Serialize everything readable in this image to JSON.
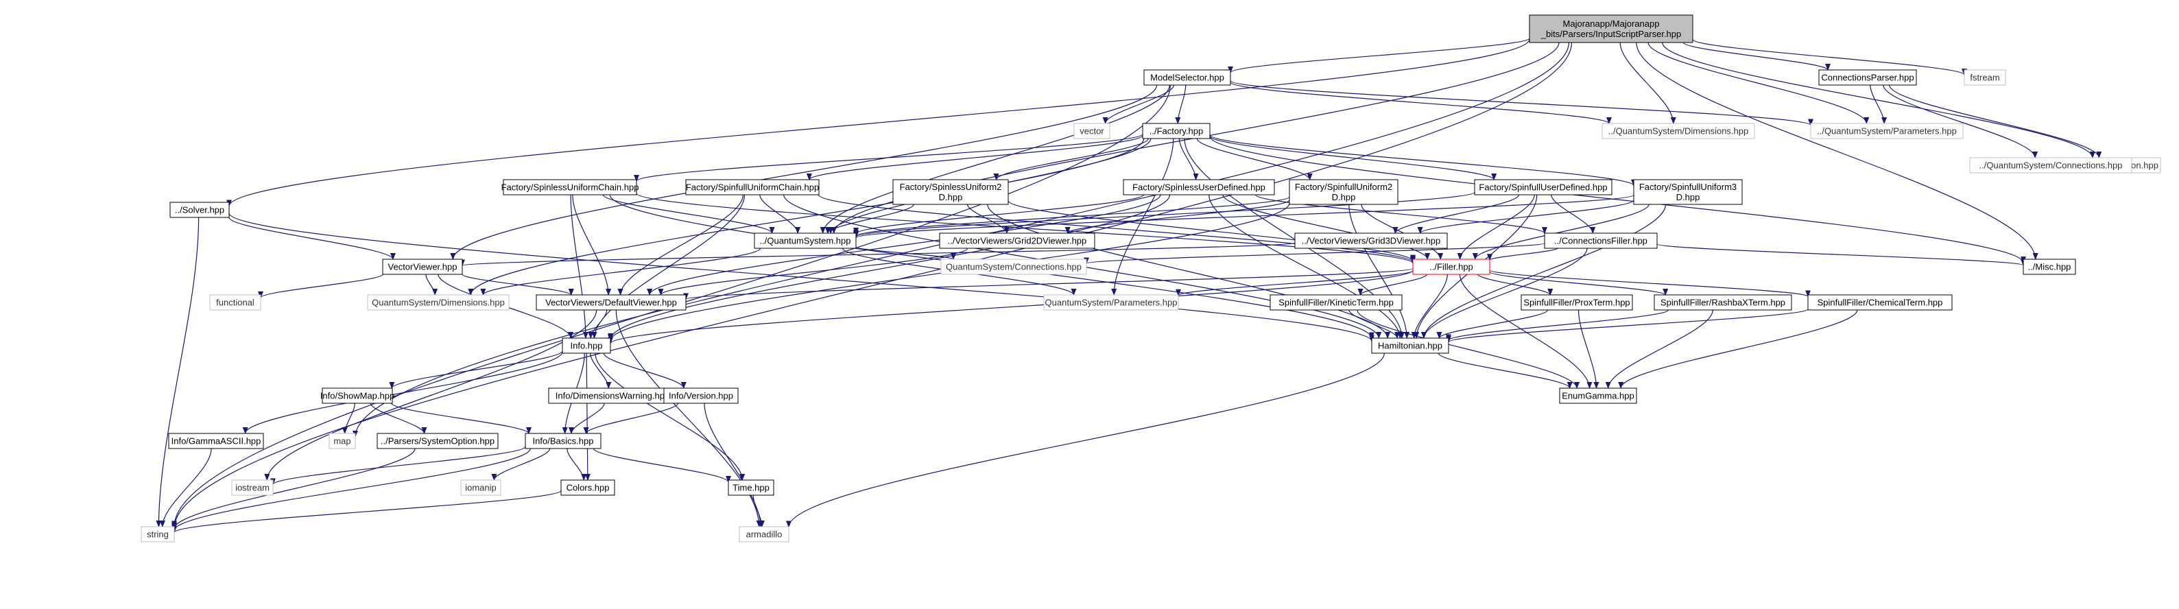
{
  "graph": {
    "colors": {
      "edge": "#191970",
      "node_border": "#000000",
      "system_border": "#bfbfbf",
      "root_fill": "#bfbfbf",
      "highlight_border": "#ff0000"
    },
    "nodes": {
      "root": {
        "lines": [
          "Majoranapp/Majoranapp",
          "_bits/Parsers/InputScriptParser.hpp"
        ],
        "kind": "root"
      },
      "modelselector": {
        "lines": [
          "ModelSelector.hpp"
        ]
      },
      "connparser": {
        "lines": [
          "ConnectionsParser.hpp"
        ]
      },
      "fstream": {
        "lines": [
          "fstream"
        ],
        "kind": "system"
      },
      "nlohmann": {
        "lines": [
          "nlohmann/json.hpp"
        ],
        "kind": "system"
      },
      "vector": {
        "lines": [
          "vector"
        ],
        "kind": "system"
      },
      "factory": {
        "lines": [
          "../Factory.hpp"
        ]
      },
      "qs_dimensions_top": {
        "lines": [
          "../QuantumSystem/Dimensions.hpp"
        ],
        "kind": "system"
      },
      "qs_parameters_top": {
        "lines": [
          "../QuantumSystem/Parameters.hpp"
        ],
        "kind": "system"
      },
      "qs_connections_top": {
        "lines": [
          "../QuantumSystem/Connections.hpp"
        ],
        "kind": "system"
      },
      "spinless_uniform_chain": {
        "lines": [
          "Factory/SpinlessUniformChain.hpp"
        ]
      },
      "spinfull_uniform_chain": {
        "lines": [
          "Factory/SpinfullUniformChain.hpp"
        ]
      },
      "spinless_uniform2d": {
        "lines": [
          "Factory/SpinlessUniform2",
          "D.hpp"
        ]
      },
      "spinless_userdefined": {
        "lines": [
          "Factory/SpinlessUserDefined.hpp"
        ]
      },
      "spinfull_uniform2d": {
        "lines": [
          "Factory/SpinfullUniform2",
          "D.hpp"
        ]
      },
      "spinfull_userdefined": {
        "lines": [
          "Factory/SpinfullUserDefined.hpp"
        ]
      },
      "spinfull_uniform3d": {
        "lines": [
          "Factory/SpinfullUniform3",
          "D.hpp"
        ]
      },
      "solver": {
        "lines": [
          "../Solver.hpp"
        ]
      },
      "quantumsystem": {
        "lines": [
          "../QuantumSystem.hpp"
        ]
      },
      "grid2d": {
        "lines": [
          "../VectorViewers/Grid2DViewer.hpp"
        ]
      },
      "grid3d": {
        "lines": [
          "../VectorViewers/Grid3DViewer.hpp"
        ]
      },
      "connfiller": {
        "lines": [
          "../ConnectionsFiller.hpp"
        ]
      },
      "misc": {
        "lines": [
          "../Misc.hpp"
        ]
      },
      "vectorviewer": {
        "lines": [
          "VectorViewer.hpp"
        ]
      },
      "qs_connections": {
        "lines": [
          "QuantumSystem/Connections.hpp"
        ],
        "kind": "system"
      },
      "filler": {
        "lines": [
          "../Filler.hpp"
        ],
        "kind": "highlight"
      },
      "functional": {
        "lines": [
          "functional"
        ],
        "kind": "system"
      },
      "qs_dimensions": {
        "lines": [
          "QuantumSystem/Dimensions.hpp"
        ],
        "kind": "system"
      },
      "defaultviewer": {
        "lines": [
          "VectorViewers/DefaultViewer.hpp"
        ]
      },
      "qs_parameters": {
        "lines": [
          "QuantumSystem/Parameters.hpp"
        ],
        "kind": "system"
      },
      "kineticterm": {
        "lines": [
          "SpinfullFiller/KineticTerm.hpp"
        ]
      },
      "proxterm": {
        "lines": [
          "SpinfullFiller/ProxTerm.hpp"
        ]
      },
      "rashbaxterm": {
        "lines": [
          "SpinfullFiller/RashbaXTerm.hpp"
        ]
      },
      "chemicalterm": {
        "lines": [
          "SpinfullFiller/ChemicalTerm.hpp"
        ]
      },
      "info": {
        "lines": [
          "Info.hpp"
        ]
      },
      "hamiltonian": {
        "lines": [
          "Hamiltonian.hpp"
        ]
      },
      "showmap": {
        "lines": [
          "Info/ShowMap.hpp"
        ]
      },
      "dimwarning": {
        "lines": [
          "Info/DimensionsWarning.hpp"
        ]
      },
      "version": {
        "lines": [
          "Info/Version.hpp"
        ]
      },
      "enumgamma": {
        "lines": [
          "EnumGamma.hpp"
        ]
      },
      "gammaascii": {
        "lines": [
          "Info/GammaASCII.hpp"
        ]
      },
      "map": {
        "lines": [
          "map"
        ],
        "kind": "system"
      },
      "systemoption": {
        "lines": [
          "../Parsers/SystemOption.hpp"
        ]
      },
      "basics": {
        "lines": [
          "Info/Basics.hpp"
        ]
      },
      "iostream": {
        "lines": [
          "iostream"
        ],
        "kind": "system"
      },
      "iomanip": {
        "lines": [
          "iomanip"
        ],
        "kind": "system"
      },
      "colors": {
        "lines": [
          "Colors.hpp"
        ]
      },
      "time": {
        "lines": [
          "Time.hpp"
        ]
      },
      "string": {
        "lines": [
          "string"
        ],
        "kind": "system"
      },
      "armadillo": {
        "lines": [
          "armadillo"
        ],
        "kind": "system"
      }
    },
    "edges": [
      [
        "root",
        "modelselector"
      ],
      [
        "root",
        "connparser"
      ],
      [
        "root",
        "fstream"
      ],
      [
        "root",
        "nlohmann"
      ],
      [
        "root",
        "qs_dimensions_top"
      ],
      [
        "root",
        "qs_parameters_top"
      ],
      [
        "root",
        "quantumsystem"
      ],
      [
        "root",
        "solver"
      ],
      [
        "root",
        "string"
      ],
      [
        "root",
        "map"
      ],
      [
        "root",
        "misc"
      ],
      [
        "modelselector",
        "vector"
      ],
      [
        "modelselector",
        "factory"
      ],
      [
        "modelselector",
        "qs_dimensions_top"
      ],
      [
        "modelselector",
        "qs_parameters_top"
      ],
      [
        "modelselector",
        "quantumsystem"
      ],
      [
        "modelselector",
        "vectorviewer"
      ],
      [
        "modelselector",
        "string"
      ],
      [
        "connparser",
        "qs_parameters_top"
      ],
      [
        "connparser",
        "qs_connections_top"
      ],
      [
        "connparser",
        "nlohmann"
      ],
      [
        "factory",
        "spinless_uniform_chain"
      ],
      [
        "factory",
        "spinfull_uniform_chain"
      ],
      [
        "factory",
        "spinless_uniform2d"
      ],
      [
        "factory",
        "spinless_userdefined"
      ],
      [
        "factory",
        "spinfull_uniform2d"
      ],
      [
        "factory",
        "spinfull_userdefined"
      ],
      [
        "factory",
        "spinfull_uniform3d"
      ],
      [
        "factory",
        "quantumsystem"
      ],
      [
        "factory",
        "misc"
      ],
      [
        "factory",
        "qs_dimensions"
      ],
      [
        "factory",
        "qs_parameters"
      ],
      [
        "factory",
        "hamiltonian"
      ],
      [
        "spinless_uniform_chain",
        "quantumsystem"
      ],
      [
        "spinless_uniform_chain",
        "filler"
      ],
      [
        "spinless_uniform_chain",
        "defaultviewer"
      ],
      [
        "spinless_uniform_chain",
        "info"
      ],
      [
        "spinless_uniform_chain",
        "hamiltonian"
      ],
      [
        "spinfull_uniform_chain",
        "quantumsystem"
      ],
      [
        "spinfull_uniform_chain",
        "filler"
      ],
      [
        "spinfull_uniform_chain",
        "defaultviewer"
      ],
      [
        "spinfull_uniform_chain",
        "info"
      ],
      [
        "spinfull_uniform_chain",
        "hamiltonian"
      ],
      [
        "spinless_uniform2d",
        "quantumsystem"
      ],
      [
        "spinless_uniform2d",
        "grid2d"
      ],
      [
        "spinless_uniform2d",
        "filler"
      ],
      [
        "spinless_uniform2d",
        "hamiltonian"
      ],
      [
        "spinless_userdefined",
        "quantumsystem"
      ],
      [
        "spinless_userdefined",
        "connfiller"
      ],
      [
        "spinless_userdefined",
        "filler"
      ],
      [
        "spinless_userdefined",
        "info"
      ],
      [
        "spinless_userdefined",
        "defaultviewer"
      ],
      [
        "spinless_userdefined",
        "hamiltonian"
      ],
      [
        "spinfull_uniform2d",
        "quantumsystem"
      ],
      [
        "spinfull_uniform2d",
        "grid2d"
      ],
      [
        "spinfull_uniform2d",
        "filler"
      ],
      [
        "spinfull_uniform2d",
        "info"
      ],
      [
        "spinfull_uniform2d",
        "hamiltonian"
      ],
      [
        "spinfull_userdefined",
        "quantumsystem"
      ],
      [
        "spinfull_userdefined",
        "grid3d"
      ],
      [
        "spinfull_userdefined",
        "connfiller"
      ],
      [
        "spinfull_userdefined",
        "filler"
      ],
      [
        "spinfull_userdefined",
        "hamiltonian"
      ],
      [
        "spinfull_uniform3d",
        "quantumsystem"
      ],
      [
        "spinfull_uniform3d",
        "grid3d"
      ],
      [
        "spinfull_uniform3d",
        "filler"
      ],
      [
        "spinfull_uniform3d",
        "hamiltonian"
      ],
      [
        "solver",
        "vectorviewer"
      ],
      [
        "solver",
        "hamiltonian"
      ],
      [
        "solver",
        "string"
      ],
      [
        "quantumsystem",
        "qs_connections"
      ],
      [
        "quantumsystem",
        "qs_parameters"
      ],
      [
        "quantumsystem",
        "qs_dimensions"
      ],
      [
        "grid2d",
        "defaultviewer"
      ],
      [
        "grid3d",
        "vectorviewer"
      ],
      [
        "connfiller",
        "filler"
      ],
      [
        "connfiller",
        "qs_connections"
      ],
      [
        "connfiller",
        "misc"
      ],
      [
        "connfiller",
        "hamiltonian"
      ],
      [
        "vectorviewer",
        "functional"
      ],
      [
        "vectorviewer",
        "qs_dimensions"
      ],
      [
        "vectorviewer",
        "defaultviewer"
      ],
      [
        "vectorviewer",
        "info"
      ],
      [
        "filler",
        "kineticterm"
      ],
      [
        "filler",
        "proxterm"
      ],
      [
        "filler",
        "rashbaxterm"
      ],
      [
        "filler",
        "chemicalterm"
      ],
      [
        "filler",
        "hamiltonian"
      ],
      [
        "filler",
        "info"
      ],
      [
        "filler",
        "enumgamma"
      ],
      [
        "filler",
        "qs_parameters"
      ],
      [
        "filler",
        "defaultviewer"
      ],
      [
        "defaultviewer",
        "info"
      ],
      [
        "defaultviewer",
        "iostream"
      ],
      [
        "defaultviewer",
        "armadillo"
      ],
      [
        "kineticterm",
        "hamiltonian"
      ],
      [
        "kineticterm",
        "enumgamma"
      ],
      [
        "proxterm",
        "hamiltonian"
      ],
      [
        "proxterm",
        "enumgamma"
      ],
      [
        "rashbaxterm",
        "hamiltonian"
      ],
      [
        "rashbaxterm",
        "enumgamma"
      ],
      [
        "chemicalterm",
        "hamiltonian"
      ],
      [
        "chemicalterm",
        "enumgamma"
      ],
      [
        "hamiltonian",
        "enumgamma"
      ],
      [
        "hamiltonian",
        "armadillo"
      ],
      [
        "info",
        "gammaascii"
      ],
      [
        "info",
        "showmap"
      ],
      [
        "info",
        "dimwarning"
      ],
      [
        "info",
        "version"
      ],
      [
        "info",
        "basics"
      ],
      [
        "info",
        "colors"
      ],
      [
        "info",
        "time"
      ],
      [
        "showmap",
        "map"
      ],
      [
        "showmap",
        "systemoption"
      ],
      [
        "showmap",
        "basics"
      ],
      [
        "dimwarning",
        "basics"
      ],
      [
        "version",
        "basics"
      ],
      [
        "version",
        "armadillo"
      ],
      [
        "gammaascii",
        "string"
      ],
      [
        "systemoption",
        "string"
      ],
      [
        "basics",
        "iostream"
      ],
      [
        "basics",
        "iomanip"
      ],
      [
        "basics",
        "colors"
      ],
      [
        "basics",
        "time"
      ],
      [
        "basics",
        "string"
      ],
      [
        "colors",
        "string"
      ],
      [
        "time",
        "armadillo"
      ]
    ]
  }
}
